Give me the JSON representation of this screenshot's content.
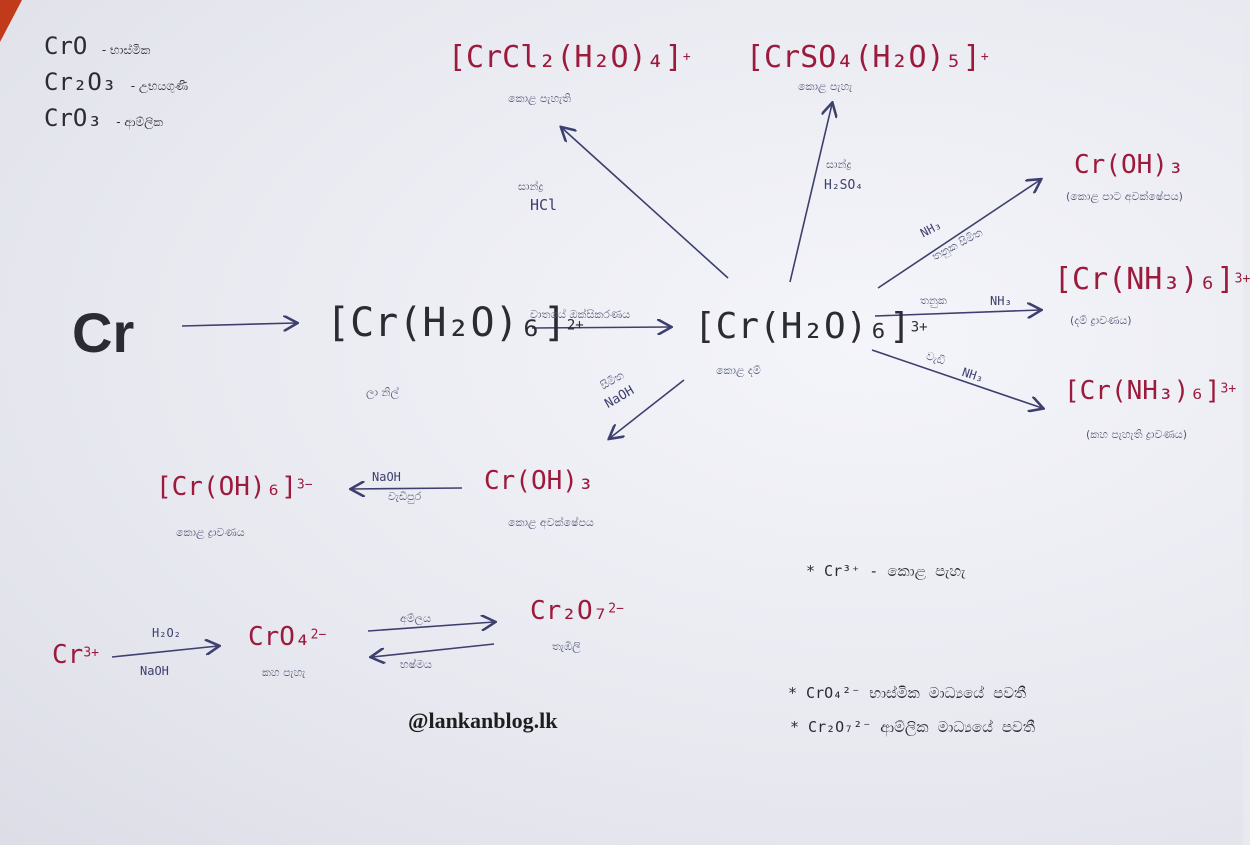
{
  "oxides": [
    {
      "formula": "CrO",
      "note": "- භාස්මික"
    },
    {
      "formula": "Cr₂O₃",
      "note": "- උභයගුණී"
    },
    {
      "formula": "CrO₃",
      "note": "- ආම්ලික"
    }
  ],
  "species": {
    "cr_metal": "Cr",
    "aqua2": {
      "formula": "[Cr(H₂O)₆]",
      "charge": "2+",
      "note": "ලා නිල්"
    },
    "aqua3": {
      "formula": "[Cr(H₂O)₆]",
      "charge": "3+",
      "note": "කොළ දම්"
    },
    "chloro": {
      "formula": "[CrCl₂(H₂O)₄]",
      "charge": "+",
      "note": "කොළ පැහැති"
    },
    "sulfato": {
      "formula": "[CrSO₄(H₂O)₅]",
      "charge": "+",
      "note": "කොළ පැහැ"
    },
    "hydroxide_top": {
      "formula": "Cr(OH)₃",
      "note": "(කොළ පාට අවක්ෂේපය)"
    },
    "hexammine1": {
      "formula": "[Cr(NH₃)₆]",
      "charge": "3+",
      "note": "(දම් ද්‍රාවණය)"
    },
    "hexammine2": {
      "formula": "[Cr(NH₃)₆]",
      "charge": "3+",
      "note": "(කහ පැහැති ද්‍රාවණය)"
    },
    "hydroxide_mid": {
      "formula": "Cr(OH)₃",
      "note": "කොළ අවක්ෂේපය"
    },
    "chromite": {
      "formula": "[Cr(OH)₆]",
      "charge": "3−",
      "note": "කොළ ද්‍රාවණය"
    },
    "cr3_ion": {
      "formula": "Cr",
      "charge": "3+"
    },
    "chromate": {
      "formula": "CrO₄",
      "charge": "2−",
      "note": "කහ පැහැ"
    },
    "dichromate": {
      "formula": "Cr₂O₇",
      "charge": "2−",
      "note": "තැඹිලි"
    }
  },
  "conditions": {
    "oxidation": "වාතයේ ඔක්සිකරණය",
    "hcl": {
      "label": "HCl",
      "note": "සාන්ද්‍ර"
    },
    "h2so4": {
      "label": "H₂SO₄",
      "note": "සාන්ද්‍ර"
    },
    "nh3_little": {
      "label": "NH₃",
      "note": "තනුක සිමිත"
    },
    "nh3_dilute": {
      "label": "NH₃",
      "note": "තනුක"
    },
    "nh3_excess": {
      "label": "NH₃",
      "note": "වැඩි"
    },
    "naoh_little": {
      "label": "NaOH",
      "note": "සිමිත"
    },
    "naoh_excess": {
      "label": "NaOH",
      "note": "වැඩිපුර"
    },
    "h2o2": "H₂O₂",
    "naoh": "NaOH",
    "acid": "අම්ලය",
    "base": "භෂ්මය"
  },
  "notes": {
    "cr3_color": "* Cr³⁺ - කොළ පැහැ",
    "chromate_note": "* CrO₄²⁻ භාස්මික මාධ්‍යයේ පවතී",
    "dichromate_note": "* Cr₂O₇²⁻ ආම්ලික මාධ්‍යයේ පවතී"
  },
  "watermark": "@lankanblog.lk"
}
